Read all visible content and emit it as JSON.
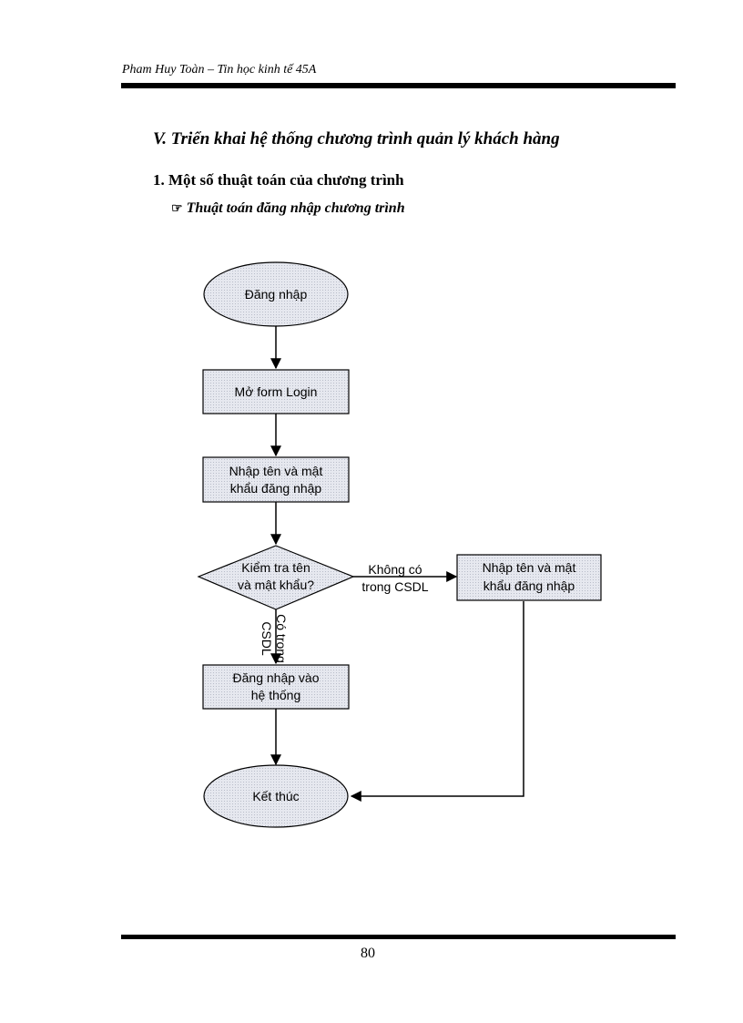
{
  "header": {
    "running_head": "Pham Huy Toàn – Tin học kinh tế 45A"
  },
  "section": {
    "title": "V. Triển khai hệ thống chương trình quản lý khách hàng"
  },
  "subsection": {
    "title": "1. Một số thuật toán của chương trình"
  },
  "algorithm": {
    "bullet_icon": "pointing-hand",
    "title": "Thuật toán đăng nhập chương trình"
  },
  "flowchart": {
    "start": "Đăng nhập",
    "step_open_form": {
      "line1": "Mở form Login"
    },
    "step_input": {
      "line1": "Nhập tên và mật",
      "line2": "khẩu đăng nhập"
    },
    "decision": {
      "line1": "Kiểm tra tên",
      "line2": "và mật khẩu?"
    },
    "branch_no": {
      "line1": "Không có",
      "line2": "trong CSDL"
    },
    "branch_yes": {
      "line1": "Có trong",
      "line2": "CSDL"
    },
    "step_retry": {
      "line1": "Nhập tên và mật",
      "line2": "khẩu đăng nhập"
    },
    "step_login": {
      "line1": "Đăng nhập vào",
      "line2": "hệ thống"
    },
    "end": "Kết thúc",
    "colors": {
      "fill": "#dcdfe8",
      "stroke": "#000000"
    }
  },
  "footer": {
    "page_number": "80"
  }
}
